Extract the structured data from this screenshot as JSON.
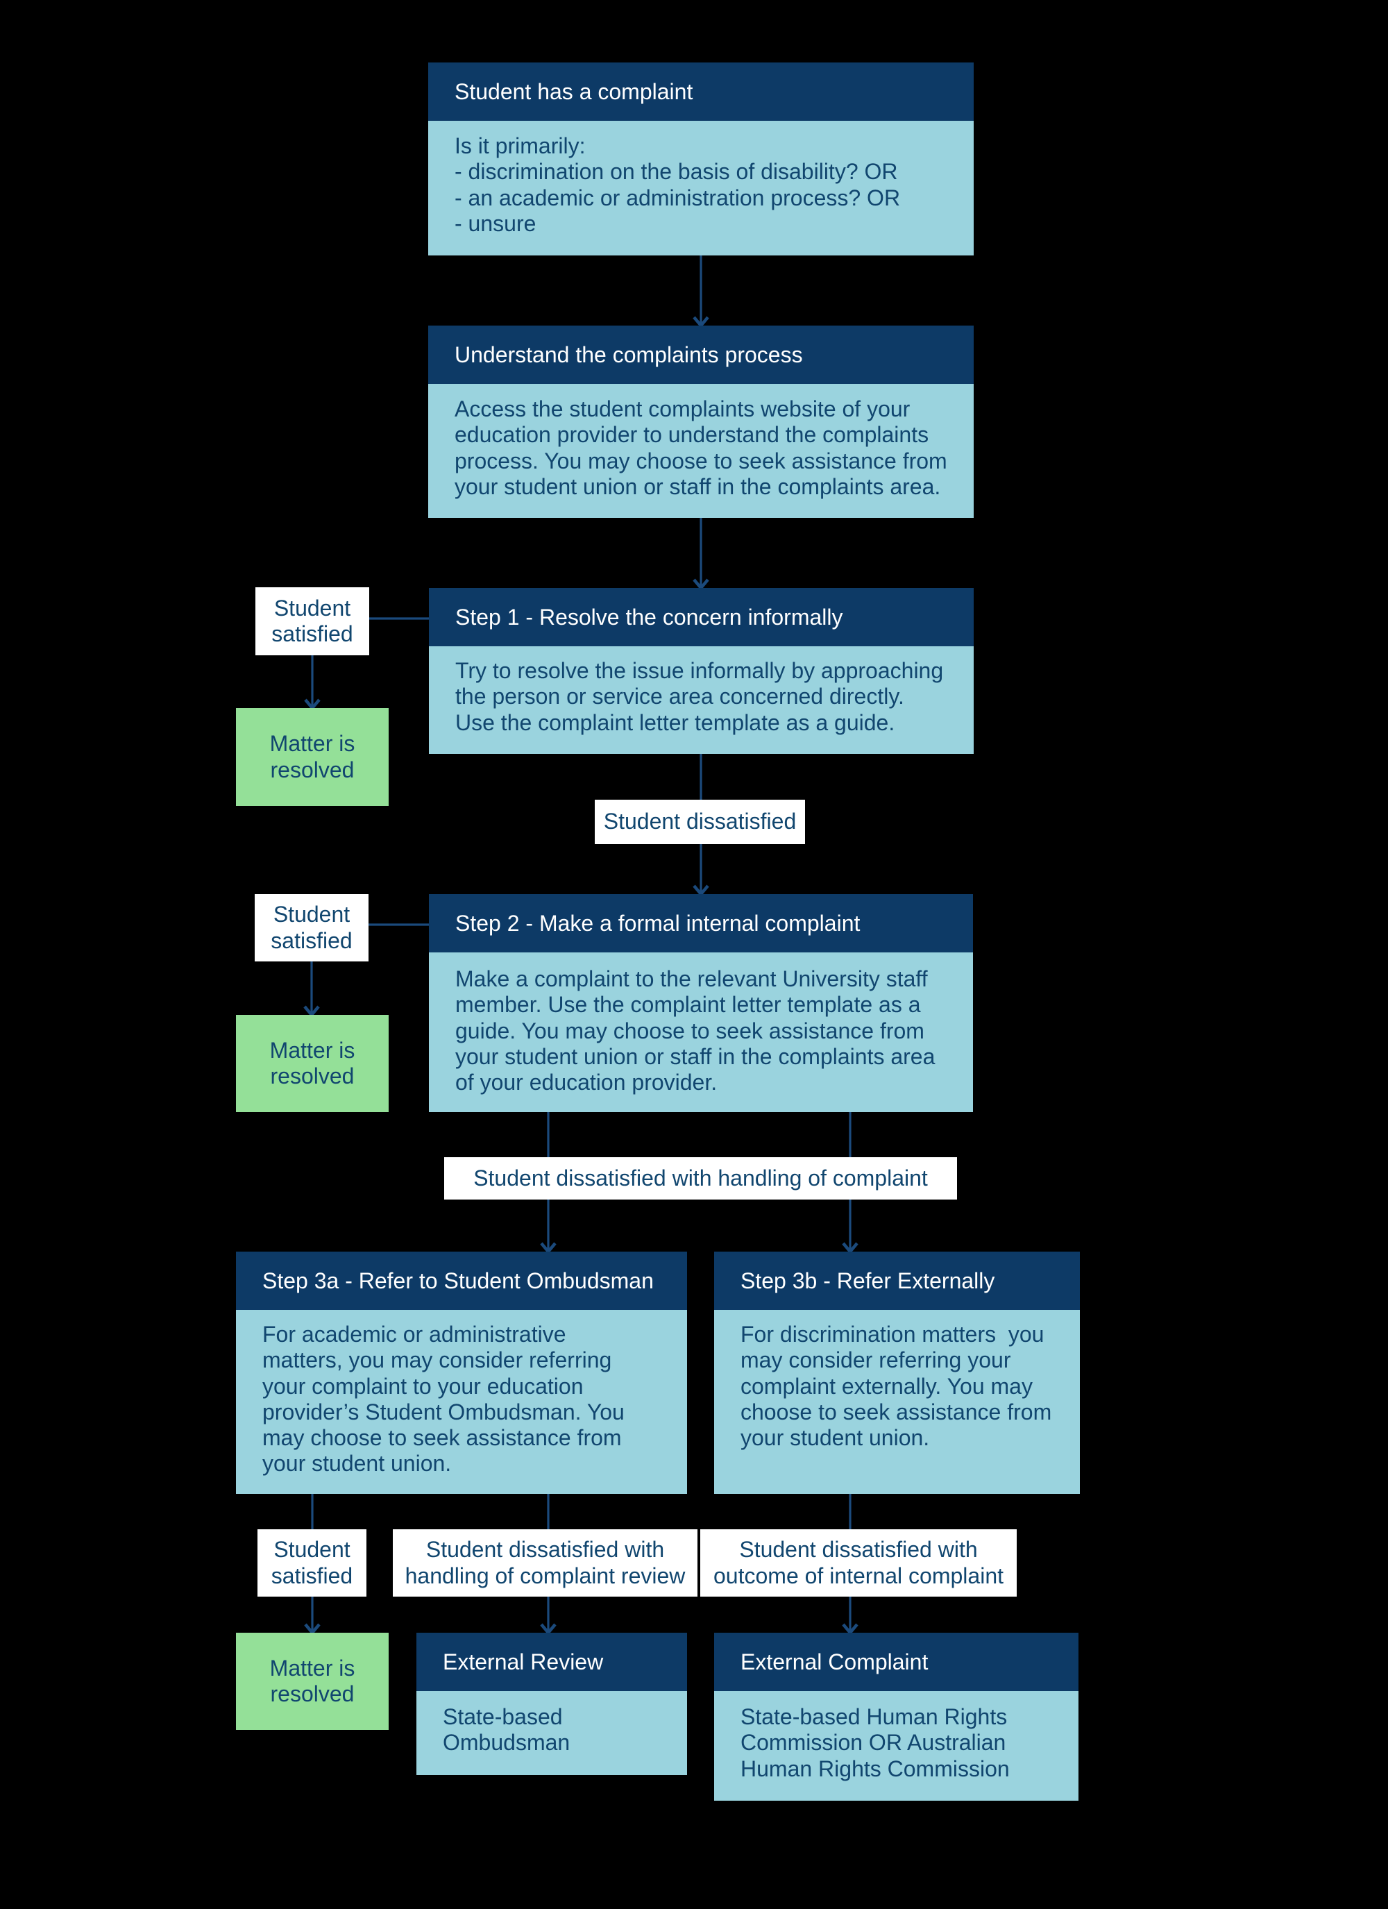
{
  "palette": {
    "background": "#000000",
    "header_navy": "#0d3a66",
    "panel_blue": "#9ad3de",
    "outcome_green": "#94e098",
    "arrow_blue": "#1b4a7c",
    "body_text_navy": "#11466f",
    "header_text": "#ffffff",
    "label_background": "#ffffff"
  },
  "nodes": {
    "complaint": {
      "title": "Student has a complaint",
      "body": "Is it primarily:\n- discrimination on the basis of disability? OR\n- an academic or administration process? OR\n- unsure"
    },
    "understand": {
      "title": "Understand the complaints process",
      "body": "Access the student complaints website of your\neducation provider to understand the complaints\nprocess. You may choose to seek assistance from\nyour student union or staff in the complaints area."
    },
    "step1": {
      "title": "Step 1 - Resolve the concern informally",
      "body": "Try to resolve the issue informally by approaching\nthe person or service area concerned directly.\nUse the complaint letter template as a guide."
    },
    "step2": {
      "title": "Step 2 - Make a formal internal complaint",
      "body": "Make a complaint to the relevant University staff\nmember. Use the complaint letter template as a\nguide. You may choose to seek assistance from\nyour student union or staff in the complaints area\nof your education provider."
    },
    "step3a": {
      "title": "Step 3a - Refer to Student Ombudsman",
      "body": "For academic or administrative\nmatters, you may consider referring\nyour complaint to your education\nprovider’s Student Ombudsman. You\nmay choose to seek assistance from\nyour student union."
    },
    "step3b": {
      "title": "Step 3b - Refer Externally",
      "body": "For discrimination matters  you\nmay consider referring your\ncomplaint externally. You may\nchoose to seek assistance from\nyour student union."
    },
    "external_review": {
      "title": "External Review",
      "body": "State-based\nOmbudsman"
    },
    "external_complaint": {
      "title": "External Complaint",
      "body": "State-based Human Rights\nCommission OR Australian\nHuman Rights Commission"
    }
  },
  "labels": {
    "satisfied1": "Student\nsatisfied",
    "satisfied2": "Student\nsatisfied",
    "satisfied3": "Student\nsatisfied",
    "dissatisfied1": "Student dissatisfied",
    "dissatisfied2": "Student dissatisfied with handling of complaint",
    "dissatisfied3": "Student dissatisfied with\nhandling of complaint review",
    "dissatisfied4": "Student dissatisfied with\noutcome of internal complaint"
  },
  "outcomes": {
    "resolved1": "Matter is\nresolved",
    "resolved2": "Matter is\nresolved",
    "resolved3": "Matter is\nresolved"
  }
}
